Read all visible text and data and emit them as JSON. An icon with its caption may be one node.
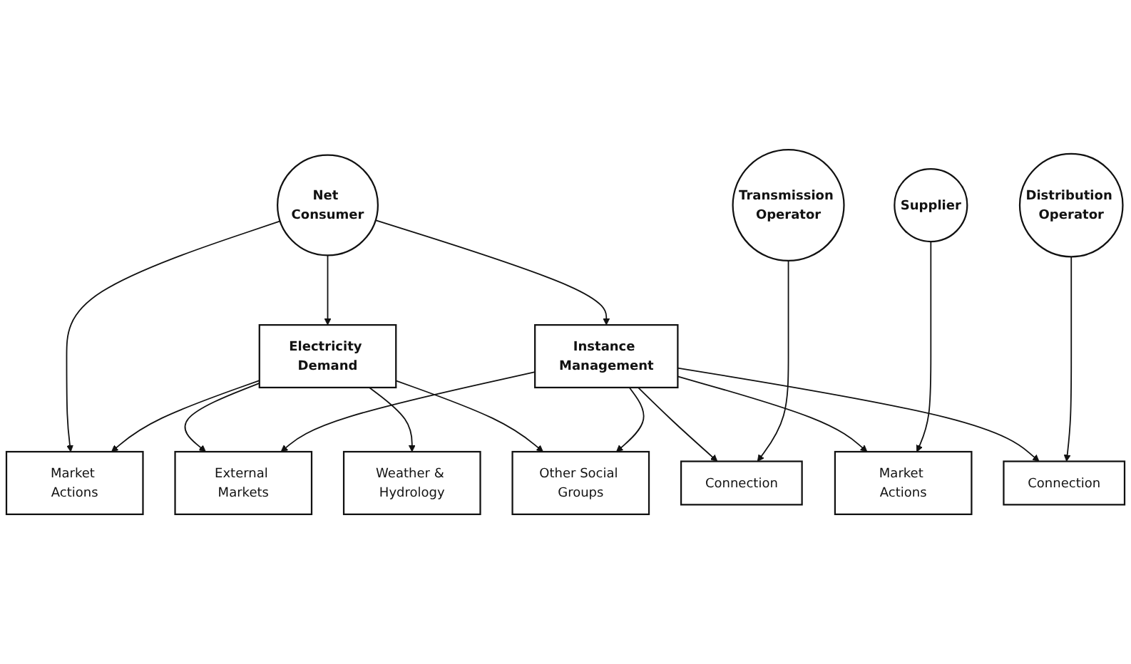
{
  "diagram": {
    "nodes": [
      {
        "text": [
          "Market Actions"
        ]
      },
      {
        "text": [
          "Net Consumer"
        ]
      },
      {
        "text": [
          "Electricity Demand"
        ]
      },
      {
        "text": [
          "External Markets"
        ]
      },
      {
        "text": [
          "Weather & Hydrology"
        ]
      },
      {
        "text": [
          "Other Social Groups"
        ]
      },
      {
        "text": [
          "Instance Management"
        ]
      },
      {
        "text": [
          "Connection"
        ]
      },
      {
        "text": [
          "Transmission Operator"
        ]
      },
      {
        "text": [
          "Market Actions"
        ]
      },
      {
        "text": [
          "Supplier"
        ]
      },
      {
        "text": [
          "Connection"
        ]
      },
      {
        "text": [
          "Distribution Operator"
        ]
      }
    ],
    "edges": [
      {
        "from": 1,
        "to": 0,
        "arrow": "to"
      },
      {
        "from": 1,
        "to": 2,
        "arrow": "to"
      },
      {
        "from": 1,
        "to": 6,
        "arrow": "to"
      },
      {
        "from": 2,
        "to": 0,
        "arrow": "to"
      },
      {
        "from": 2,
        "to": 3,
        "arrow": "to"
      },
      {
        "from": 2,
        "to": 4,
        "arrow": "to"
      },
      {
        "from": 2,
        "to": 5,
        "arrow": "to"
      },
      {
        "from": 6,
        "to": 3,
        "arrow": "to"
      },
      {
        "from": 6,
        "to": 5,
        "arrow": "to"
      },
      {
        "from": 6,
        "to": 7,
        "arrow": "to"
      },
      {
        "from": 6,
        "to": 9,
        "arrow": "to"
      },
      {
        "from": 6,
        "to": 11,
        "arrow": "to"
      },
      {
        "from": 8,
        "to": 7,
        "arrow": "to"
      },
      {
        "from": 10,
        "to": 9,
        "arrow": "to"
      },
      {
        "from": 12,
        "to": 11,
        "arrow": "to"
      }
    ]
  }
}
